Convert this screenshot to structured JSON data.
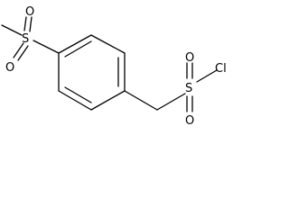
{
  "molecule": {
    "atoms": {
      "s_left": "S",
      "o_left_top": "O",
      "o_left_bottom": "O",
      "s_right": "S",
      "o_right_top": "O",
      "o_right_bottom": "O",
      "cl": "Cl"
    }
  }
}
